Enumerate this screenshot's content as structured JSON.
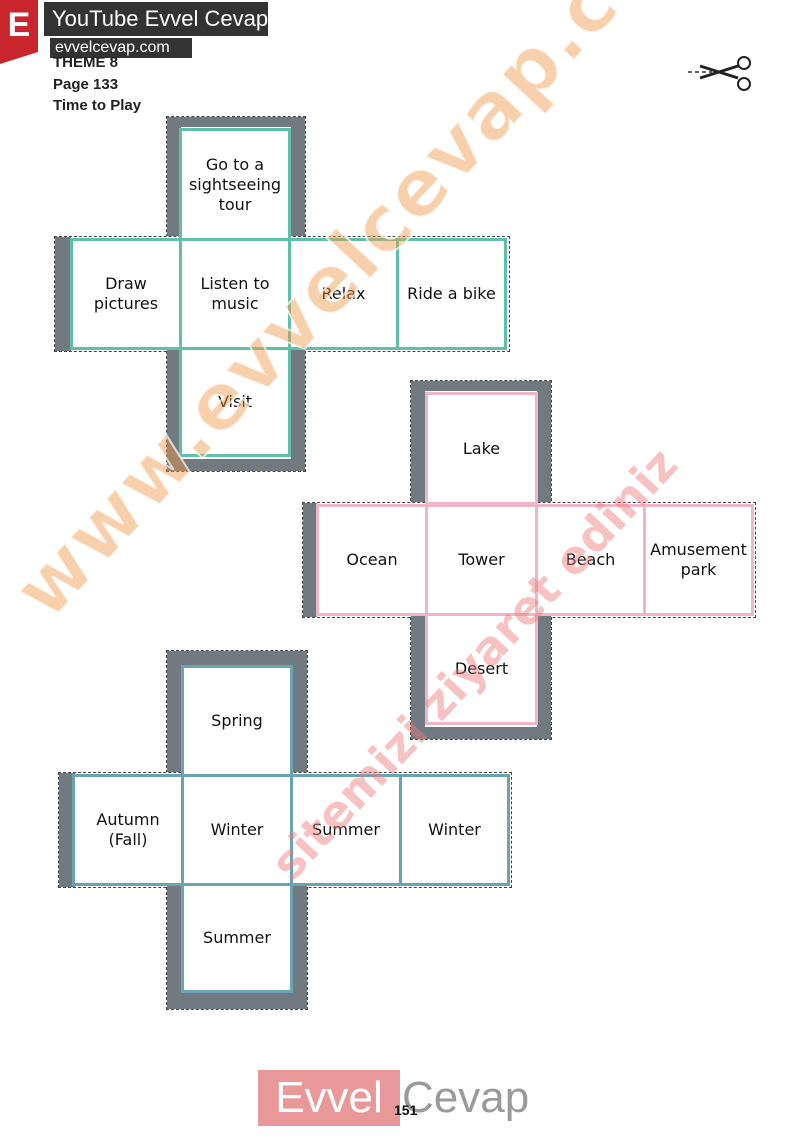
{
  "header": {
    "brand_letter": "E",
    "channel": "YouTube Evvel Cevap",
    "url": "evvelcevap.com",
    "theme": "THEME 8",
    "page": "Page 133",
    "title": "Time to Play"
  },
  "nets": {
    "activities": {
      "top": "Go to a sightseeing tour",
      "row": [
        "Draw pictures",
        "Listen to music",
        "Relax",
        "Ride a bike"
      ],
      "bottom": "Visit"
    },
    "places": {
      "top": "Lake",
      "row": [
        "Ocean",
        "Tower",
        "Beach",
        "Amusement park"
      ],
      "bottom": "Desert"
    },
    "seasons": {
      "top": "Spring",
      "row": [
        "Autumn (Fall)",
        "Winter",
        "Summer",
        "Winter"
      ],
      "bottom": "Summer"
    }
  },
  "watermark": {
    "site": "www.evvelcevap.com",
    "message": "sitemizi ziyaret ediniz"
  },
  "footer": {
    "logo_left": "Evvel",
    "logo_right": "Cevap",
    "page_number": "151"
  },
  "colors": {
    "teal": "#5fbfaa",
    "pink": "#efb6c8",
    "blue": "#6aa4b4",
    "flap": "#707a80",
    "brand_red": "#c8262c"
  }
}
